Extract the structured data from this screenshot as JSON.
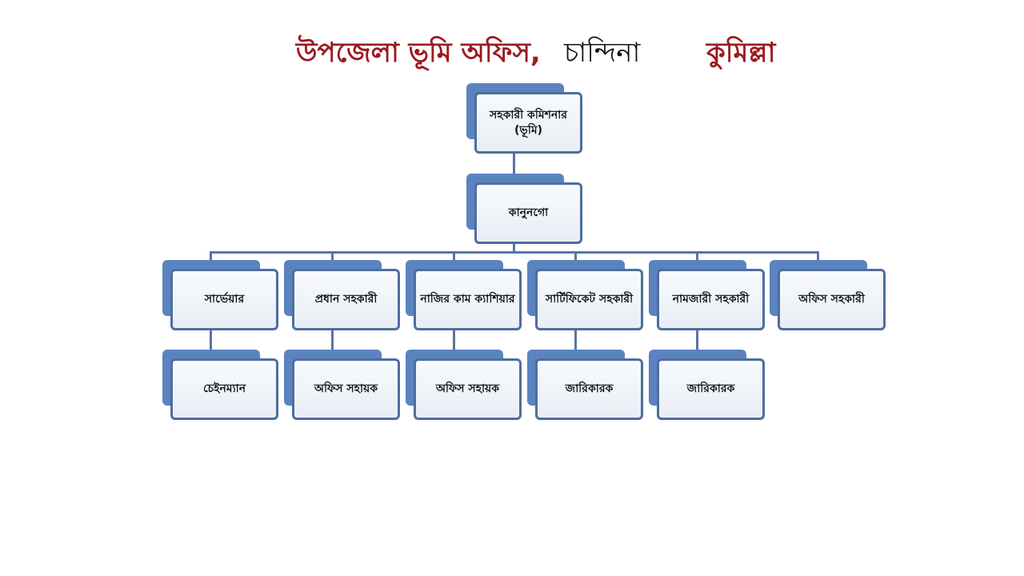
{
  "title": {
    "part1": "উপজেলা ভূমি অফিস,",
    "part2": "চান্দিনা",
    "part3": "কুমিল্লা"
  },
  "top": {
    "head": "সহকারী কমিশনার (ভূমি)",
    "second": "কানুনগো"
  },
  "row": [
    "সার্ভেয়ার",
    "প্রধান সহকারী",
    "নাজির কাম ক্যাশিয়ার",
    "সার্টিফিকেট সহকারী",
    "নামজারী সহকারী",
    "অফিস সহকারী"
  ],
  "bottom": [
    "চেইনম্যান",
    "অফিস সহায়ক",
    "অফিস সহায়ক",
    "জারিকারক",
    "জারিকারক"
  ],
  "colors": {
    "title_red": "#9b1a1f",
    "card_blue": "#5b83bf",
    "border": "#4e6e9e"
  }
}
